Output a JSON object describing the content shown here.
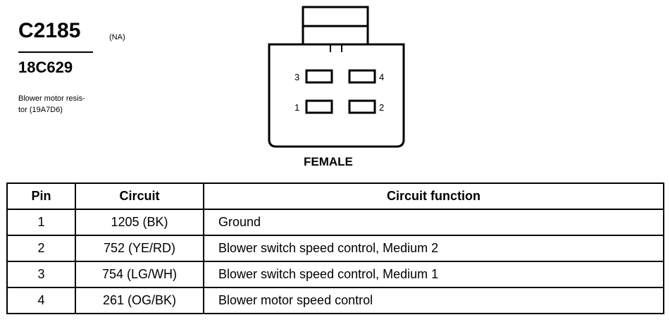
{
  "connector": {
    "id": "C2185",
    "qualifier": "(NA)",
    "part_number": "18C629",
    "description_lines": [
      "Blower motor resis-",
      "tor (19A7D6)"
    ]
  },
  "diagram": {
    "view_label": "FEMALE",
    "pin_labels": {
      "p1": "1",
      "p2": "2",
      "p3": "3",
      "p4": "4"
    }
  },
  "table": {
    "headers": [
      "Pin",
      "Circuit",
      "Circuit function"
    ],
    "rows": [
      {
        "pin": "1",
        "circuit": "1205 (BK)",
        "function": "Ground"
      },
      {
        "pin": "2",
        "circuit": "752 (YE/RD)",
        "function": "Blower switch speed control, Medium 2"
      },
      {
        "pin": "3",
        "circuit": "754 (LG/WH)",
        "function": "Blower switch speed control, Medium 1"
      },
      {
        "pin": "4",
        "circuit": "261 (OG/BK)",
        "function": "Blower motor speed control"
      }
    ]
  }
}
